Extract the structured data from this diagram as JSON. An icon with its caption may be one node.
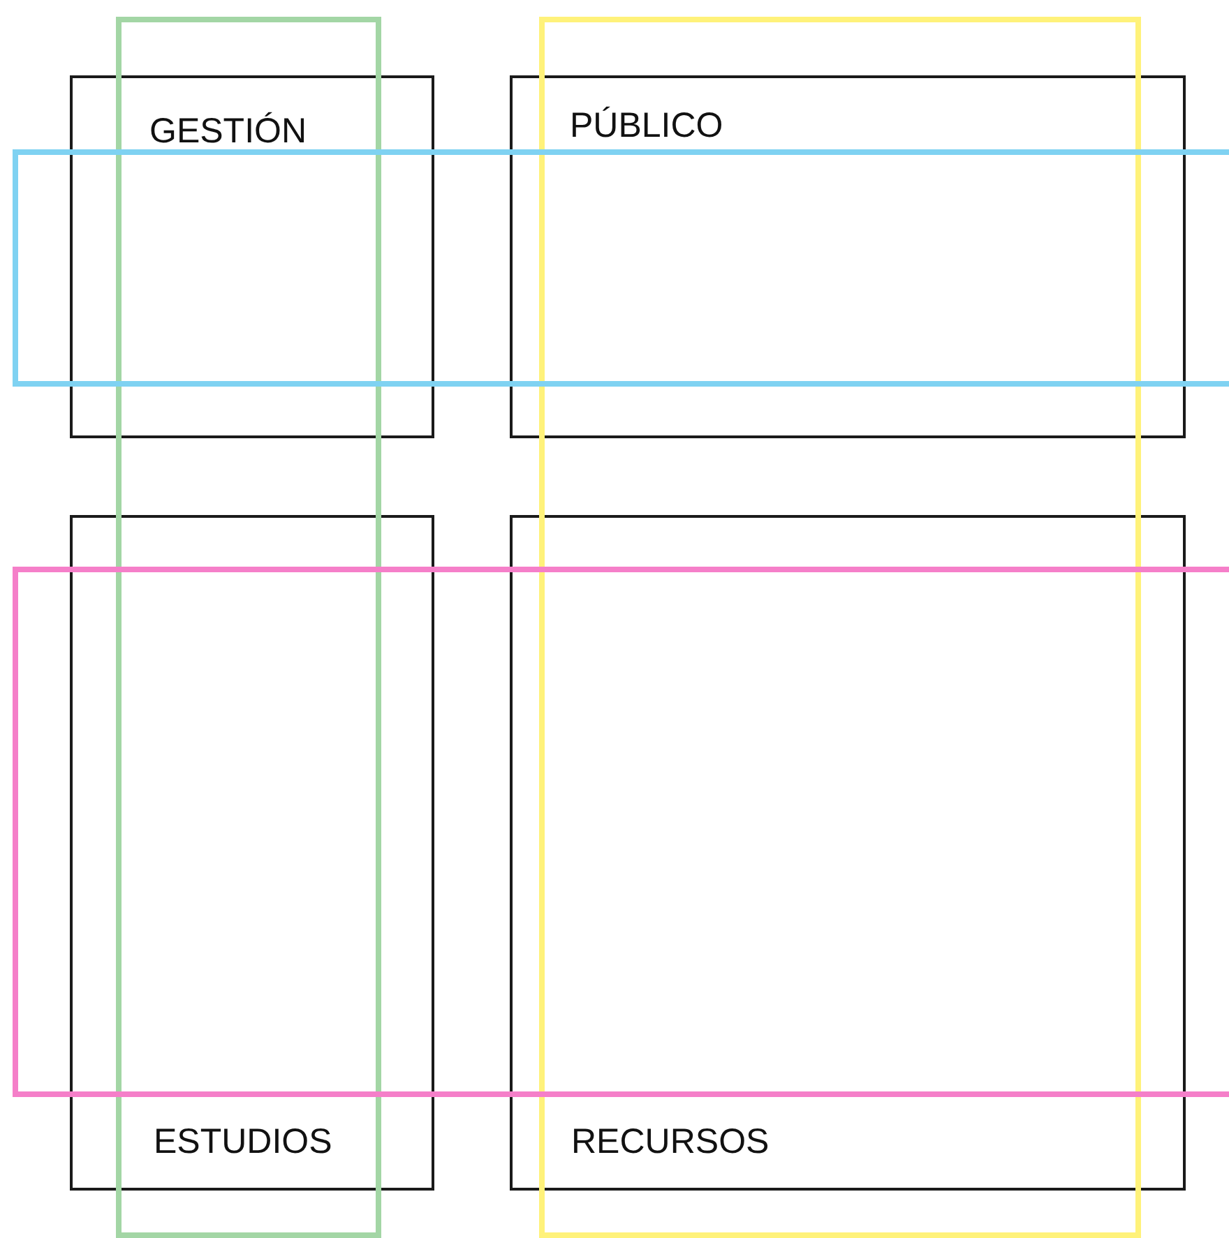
{
  "diagram": {
    "nodes": [
      {
        "text": [
          "GESTIÓN"
        ]
      },
      {
        "text": [
          "PÚBLICO"
        ]
      },
      {
        "text": [
          "ESTUDIOS"
        ]
      },
      {
        "text": [
          "RECURSOS"
        ]
      },
      {
        "text": [],
        "shape": "box"
      },
      {
        "text": [],
        "shape": "box"
      },
      {
        "text": [],
        "shape": "box"
      },
      {
        "text": [],
        "shape": "box"
      }
    ]
  }
}
